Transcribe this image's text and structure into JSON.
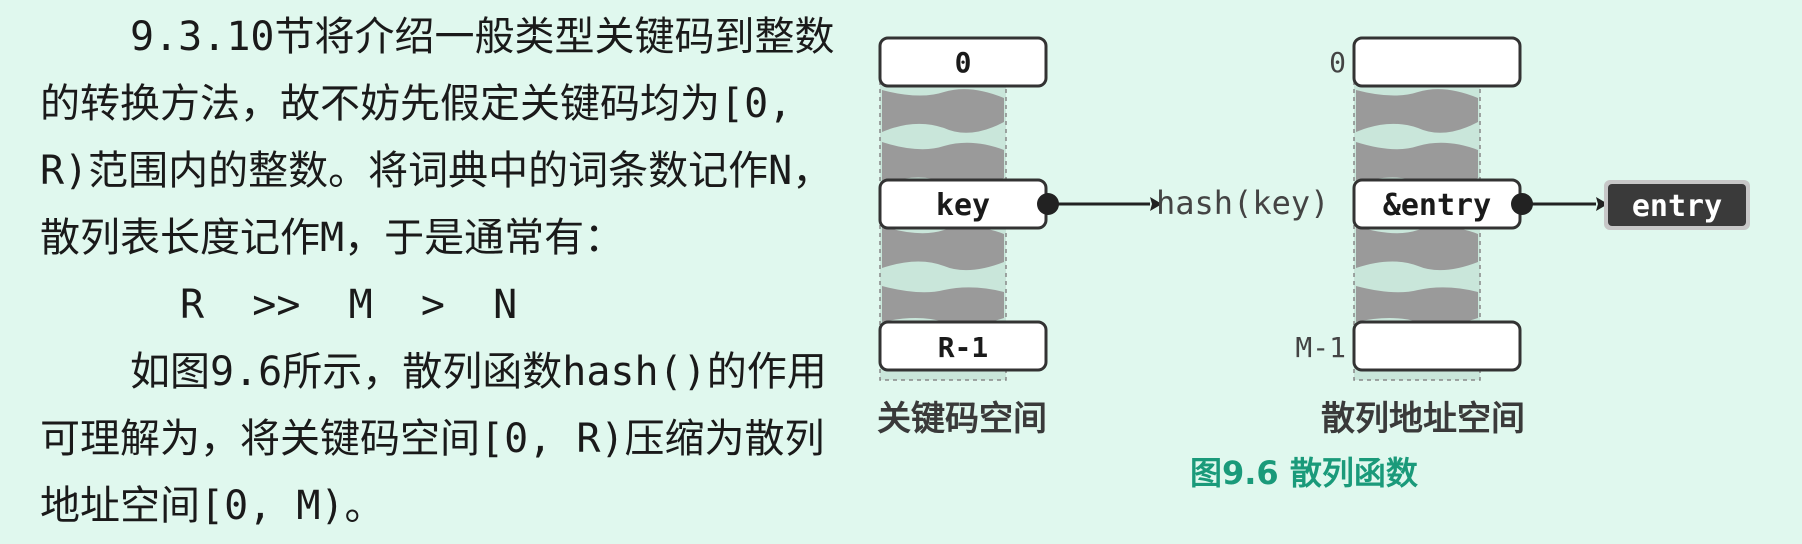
{
  "text": {
    "para1": "9.3.10节将介绍一般类型关键码到整数的转换方法，故不妨先假定关键码均为[0, R)范围内的整数。将词典中的词条数记作N，散列表长度记作M，于是通常有：",
    "formula": "R  >>  M  >  N",
    "para2": "如图9.6所示，散列函数hash()的作用可理解为，将关键码空间[0, R)压缩为散列地址空间[0, M)。"
  },
  "figure": {
    "key_space": {
      "cells": [
        "0",
        "key",
        "R-1"
      ],
      "label": "关键码空间"
    },
    "hash_label": "hash(key)",
    "address_space": {
      "side_labels": [
        "0",
        "M-1"
      ],
      "entry_cell": "&entry",
      "label": "散列地址空间"
    },
    "entry_box": "entry",
    "caption": "图9.6  散列函数",
    "colors": {
      "band": "#9a9a9a",
      "cell_border": "#333333",
      "entry_fill": "#3a3a3a",
      "caption": "#1a9a7a"
    }
  }
}
